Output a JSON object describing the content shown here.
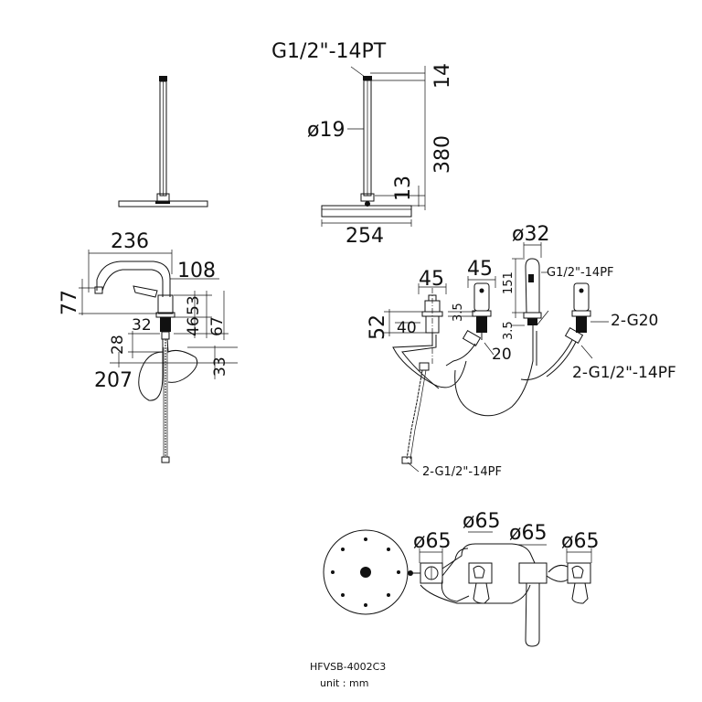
{
  "shower_side": {
    "thread_top": "G1/2\"-14PT",
    "d_arm": "ø19",
    "top_14": "14",
    "arm_380": "380",
    "head_13": "13",
    "head_254": "254"
  },
  "spout_side": {
    "w236": "236",
    "w108": "108",
    "h77": "77",
    "d53": "53",
    "d46": "46",
    "d67": "67",
    "d32": "32",
    "d28": "28",
    "d33": "33",
    "d207": "207"
  },
  "components": {
    "w45_left": "45",
    "w45_right": "45",
    "d_spout": "ø32",
    "thread_spout": "G1/2\"-14PF",
    "h151": "151",
    "h52": "52",
    "w40": "40",
    "h3_5_a": "3.5",
    "h3_5_b": "3.5",
    "g20": "2-G20",
    "w20": "20",
    "thread_right": "2-G1/2\"-14PF",
    "thread_bottom": "2-G1/2\"-14PF"
  },
  "plan_view": {
    "d65_a": "ø65",
    "d65_b": "ø65",
    "d65_c": "ø65",
    "d65_d": "ø65"
  },
  "caption": {
    "model": "HFVSB-4002C3",
    "unit": "unit : mm"
  }
}
